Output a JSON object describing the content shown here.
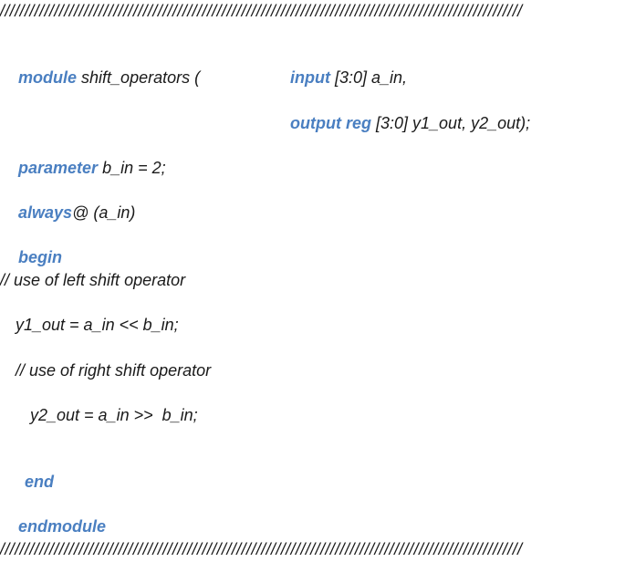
{
  "code": {
    "divider": "//////////////////////////////////////////////////////////////////////////////////////////////////////////",
    "module_kw": "module",
    "module_rest": " shift_operators (",
    "input_kw": "input",
    "input_rest": " [3:0] a_in,",
    "output_kw": "output reg",
    "output_rest": " [3:0] y1_out, y2_out);",
    "parameter_kw": "parameter",
    "parameter_rest": " b_in = 2;",
    "always_kw": "always",
    "always_rest": "@ (a_in)",
    "begin_kw": "begin",
    "comment_left": "// use of left shift operator",
    "stmt_y1": "y1_out = a_in << b_in;",
    "comment_right": "// use of right shift operator",
    "stmt_y2": "y2_out = a_in >>  b_in;",
    "end_kw": "end",
    "endmodule_kw": "endmodule"
  },
  "colors": {
    "keyword": "#4a7fc1",
    "text": "#1a1a1a"
  }
}
